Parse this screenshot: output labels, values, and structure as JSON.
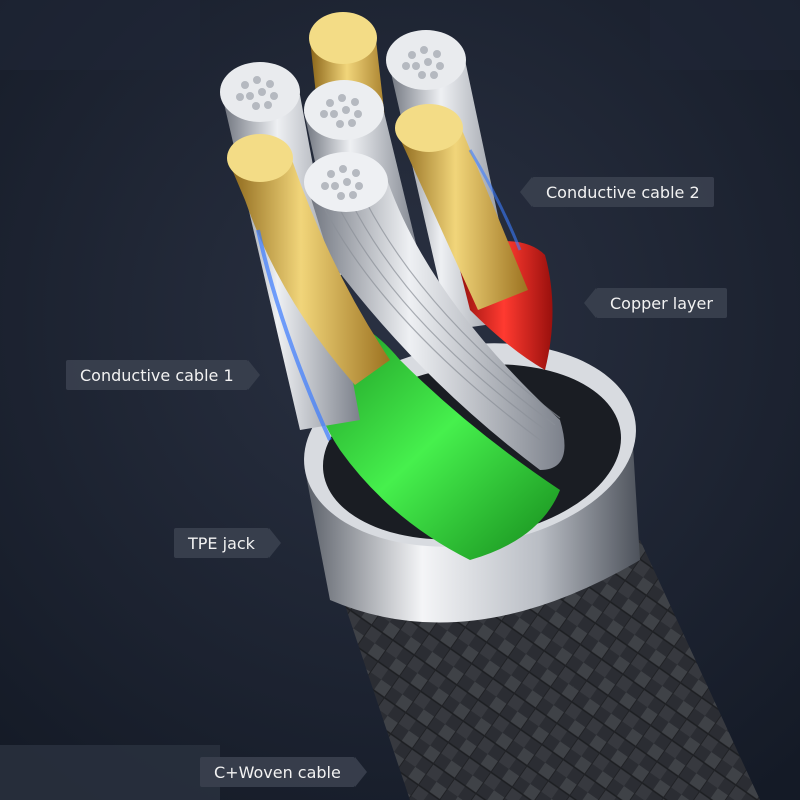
{
  "labels": {
    "conductive_cable_2": "Conductive cable 2",
    "copper_layer": "Copper layer",
    "conductive_cable_1": "Conductive cable 1",
    "tpe_jack": "TPE jack",
    "woven_cable": "C+Woven cable"
  },
  "colors": {
    "background": "#1c2333",
    "gold": "#d9b24a",
    "silver": "#c9ccd2",
    "green": "#2fd13a",
    "red": "#e0201c",
    "label_bg": "#3a404e"
  }
}
